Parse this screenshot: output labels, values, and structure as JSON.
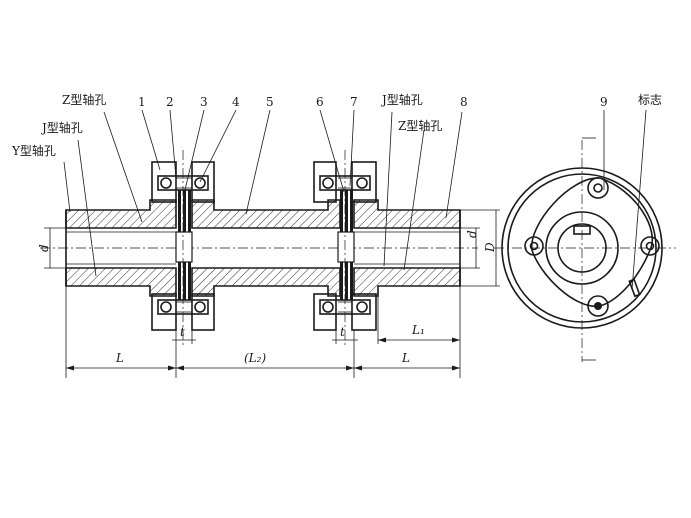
{
  "labels": {
    "z_bore_left": "Z型轴孔",
    "j_bore_left": "J型轴孔",
    "y_bore": "Y型轴孔",
    "j_bore_right": "J型轴孔",
    "z_bore_right": "Z型轴孔",
    "marking": "标志"
  },
  "part_numbers": [
    "1",
    "2",
    "3",
    "4",
    "5",
    "6",
    "7",
    "8",
    "9"
  ],
  "dimensions": {
    "L_left": "L",
    "L2": "(L₂)",
    "L_right": "L",
    "L1": "L₁",
    "t_left": "t",
    "t_right": "t",
    "d_left": "d",
    "d_right": "d",
    "D": "D"
  }
}
